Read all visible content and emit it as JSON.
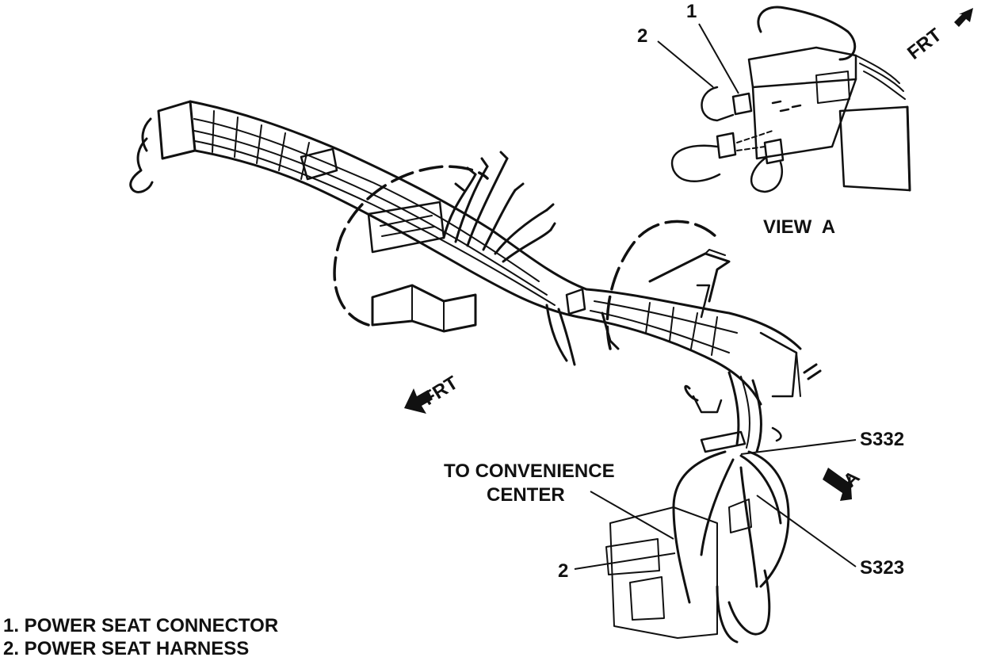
{
  "labels": {
    "view_a": "VIEW  A",
    "frt_top": "FRT",
    "frt_main": "FRT",
    "arrow_a": "A",
    "callout_1_top": "1",
    "callout_2_top": "2",
    "to_convenience_line1": "TO CONVENIENCE",
    "to_convenience_line2": "CENTER",
    "callout_2_bottom": "2",
    "s332": "S332",
    "s323": "S323"
  },
  "legend": [
    "1. POWER SEAT CONNECTOR",
    "2. POWER SEAT HARNESS"
  ]
}
